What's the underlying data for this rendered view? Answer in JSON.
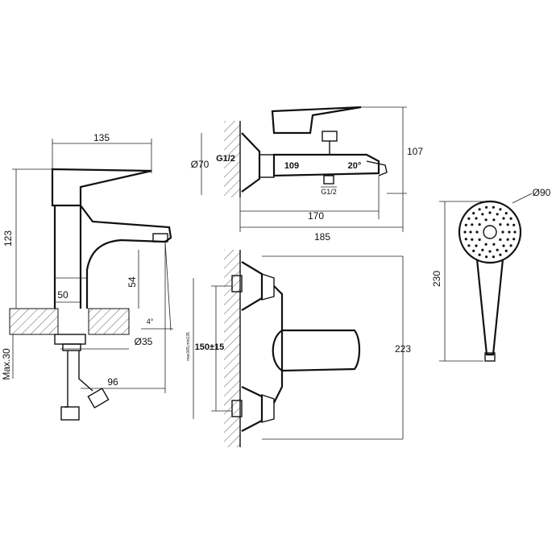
{
  "basin_mixer": {
    "width_label": "135",
    "height_label": "123",
    "spout_height_label": "54",
    "body_dia_label": "50",
    "angle_label": "4°",
    "hole_dia_label": "Ø35",
    "hose_label": "96",
    "max_label": "Max.30"
  },
  "bath_mixer_top": {
    "height_label": "107",
    "escutcheon_label": "Ø70",
    "thread_label": "G1/2",
    "spout_label": "109",
    "angle_label": "20°",
    "outlet_thread_label": "G1/2",
    "span_170_label": "170",
    "span_185_label": "185"
  },
  "bath_mixer_front": {
    "centers_label": "150±15",
    "small_label": "max165,min135",
    "height_label": "223"
  },
  "hand_shower": {
    "diameter_label": "Ø90",
    "length_label": "230"
  }
}
